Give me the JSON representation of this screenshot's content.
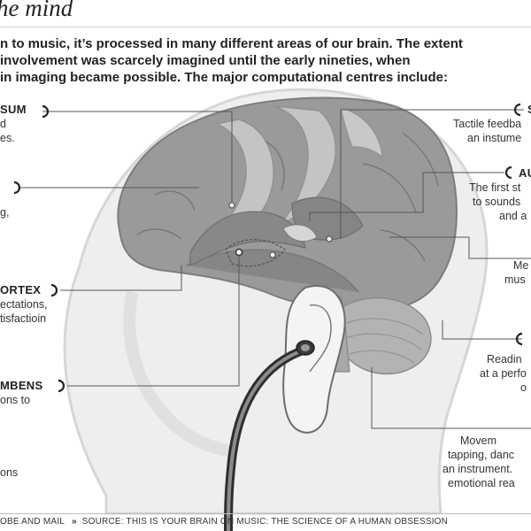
{
  "title": "he mind",
  "intro": [
    "n to music, it’s processed in many different areas of our brain. The extent",
    "involvement was scarcely imagined until the early nineties, when",
    "in imaging became possible. The major computational centres include:"
  ],
  "left_labels": [
    {
      "heading": "SUM",
      "lines": [
        "d",
        "es."
      ]
    },
    {
      "heading": "",
      "lines": [
        "",
        "g,"
      ]
    },
    {
      "heading": "ORTEX",
      "lines": [
        "ectations,",
        "tisfactioin"
      ]
    },
    {
      "heading": "MBENS",
      "lines": [
        "ons to"
      ]
    },
    {
      "heading": "",
      "lines": [
        "ons"
      ]
    }
  ],
  "right_labels": [
    {
      "heading": "SE",
      "lines": [
        "Tactile feedba",
        "an instume"
      ]
    },
    {
      "heading": "AU",
      "lines": [
        "The first st",
        "to sounds",
        "and a"
      ]
    },
    {
      "heading": "",
      "lines": [
        "Me",
        "mus"
      ]
    },
    {
      "heading": "",
      "lines": [
        "Readin",
        "at a perfo",
        "o"
      ]
    },
    {
      "heading": "",
      "lines": [
        "Movem",
        "tapping, danc",
        "an instrument.",
        "emotional rea"
      ]
    }
  ],
  "footer": {
    "credit": "OBE AND MAIL",
    "separator": "»",
    "source": "SOURCE: THIS IS YOUR BRAIN ON MUSIC: THE SCIENCE OF A HUMAN OBSESSION"
  }
}
